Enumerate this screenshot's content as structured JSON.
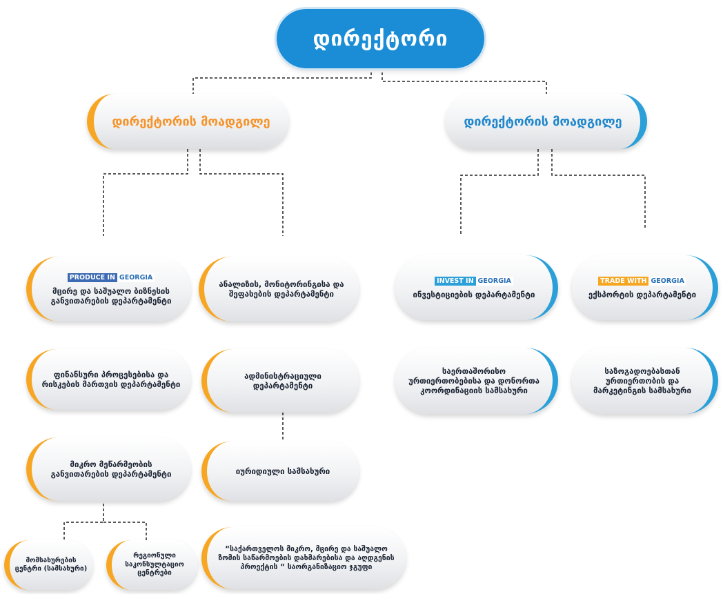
{
  "director": "დირექტორი",
  "deputy_left": "დირექტორის მოადგილე",
  "deputy_right": "დირექტორის მოადგილე",
  "produce_logo": {
    "word": "PRODUCE IN",
    "country": "GEORGIA",
    "color": "#3d6bb3"
  },
  "invest_logo": {
    "word": "INVEST IN",
    "country": "GEORGIA",
    "color": "#2a9fd8"
  },
  "trade_logo": {
    "word": "TRADE WITH",
    "country": "GEORGIA",
    "color": "#f5a623"
  },
  "boxes": {
    "sme": "მცირე და საშუალო ბიზნესის განვითარების დეპარტამენტი",
    "analysis": "ანალიზის, მონიტორინგისა და შეფასების დეპარტამენტი",
    "finance": "ფინანსური პროცესებისა და რისკების მართვის დეპარტამენტი",
    "admin": "ადმინისტრაციული დეპარტამენტი",
    "micro": "მიკრო მეწარმეობის განვითარების დეპარტამენტი",
    "legal": "იურიდიული სამსახური",
    "service": "მომსახურების ცენტრი (სამსახური)",
    "regional": "რეგიონული საკონსულტაციო ცენტრები",
    "project": "“საქართველოს მიკრო, მცირე და საშუალო ზომის საწარმოების დახმარებისა და აღდგენის პროექტის “ საორგანიზაციო ჯგუფი",
    "invest": "ინვესტიციების დეპარტამენტი",
    "export": "ექსპორტის დეპარტამენტი",
    "intl": "საერთაშორისო ურთიერთობებისა და დონორთა კოორდინაციის სამსახური",
    "public": "საზოგადოებასთან ურთიერთობის და მარკეტინგის სამსახური"
  },
  "colors": {
    "orange": "#f7a623",
    "blue": "#2a9fd8",
    "director": "#1a8dd6"
  }
}
